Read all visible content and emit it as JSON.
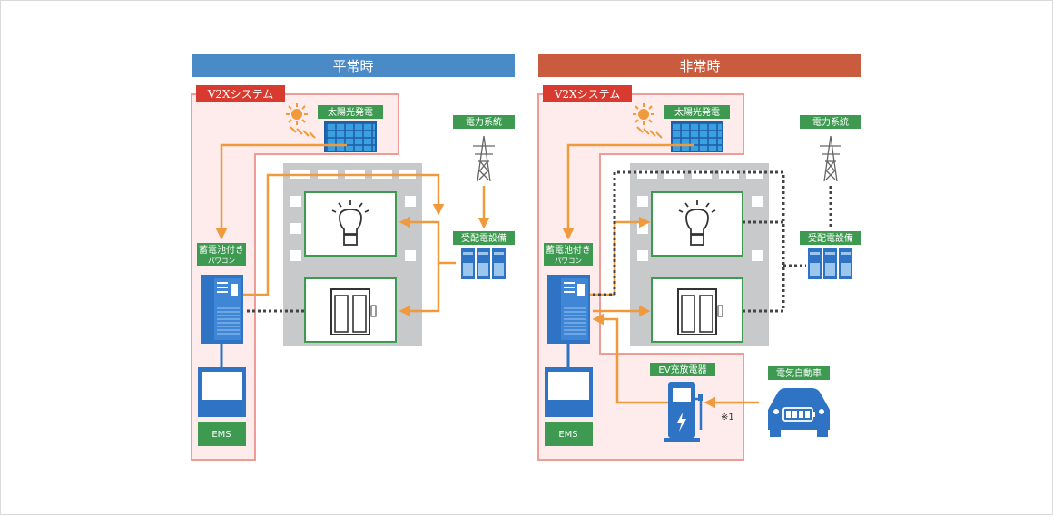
{
  "colors": {
    "normal_header": "#4a8ac6",
    "emergency_header": "#c95b3f",
    "v2x_box_fill": "#fdeceb",
    "v2x_box_border": "#ef9b96",
    "v2x_tag": "#d93a2f",
    "green_tag": "#3d9a50",
    "orange_flow": "#ef9a3c",
    "building": "#c7c9cb",
    "device_blue": "#2f73c5"
  },
  "panels": [
    {
      "title": "平常時",
      "system_label": "V2Xシステム",
      "solar_label": "太陽光発電",
      "grid_label": "電力系統",
      "substation_label": "受配電設備",
      "pcs_label_line1": "蓄電池付き",
      "pcs_label_line2": "パワコン",
      "ems_label": "EMS"
    },
    {
      "title": "非常時",
      "system_label": "V2Xシステム",
      "solar_label": "太陽光発電",
      "grid_label": "電力系統",
      "substation_label": "受配電設備",
      "pcs_label_line1": "蓄電池付き",
      "pcs_label_line2": "パワコン",
      "ems_label": "EMS",
      "ev_charger_label": "EV充放電器",
      "ev_label": "電気自動車",
      "note": "※1"
    }
  ]
}
